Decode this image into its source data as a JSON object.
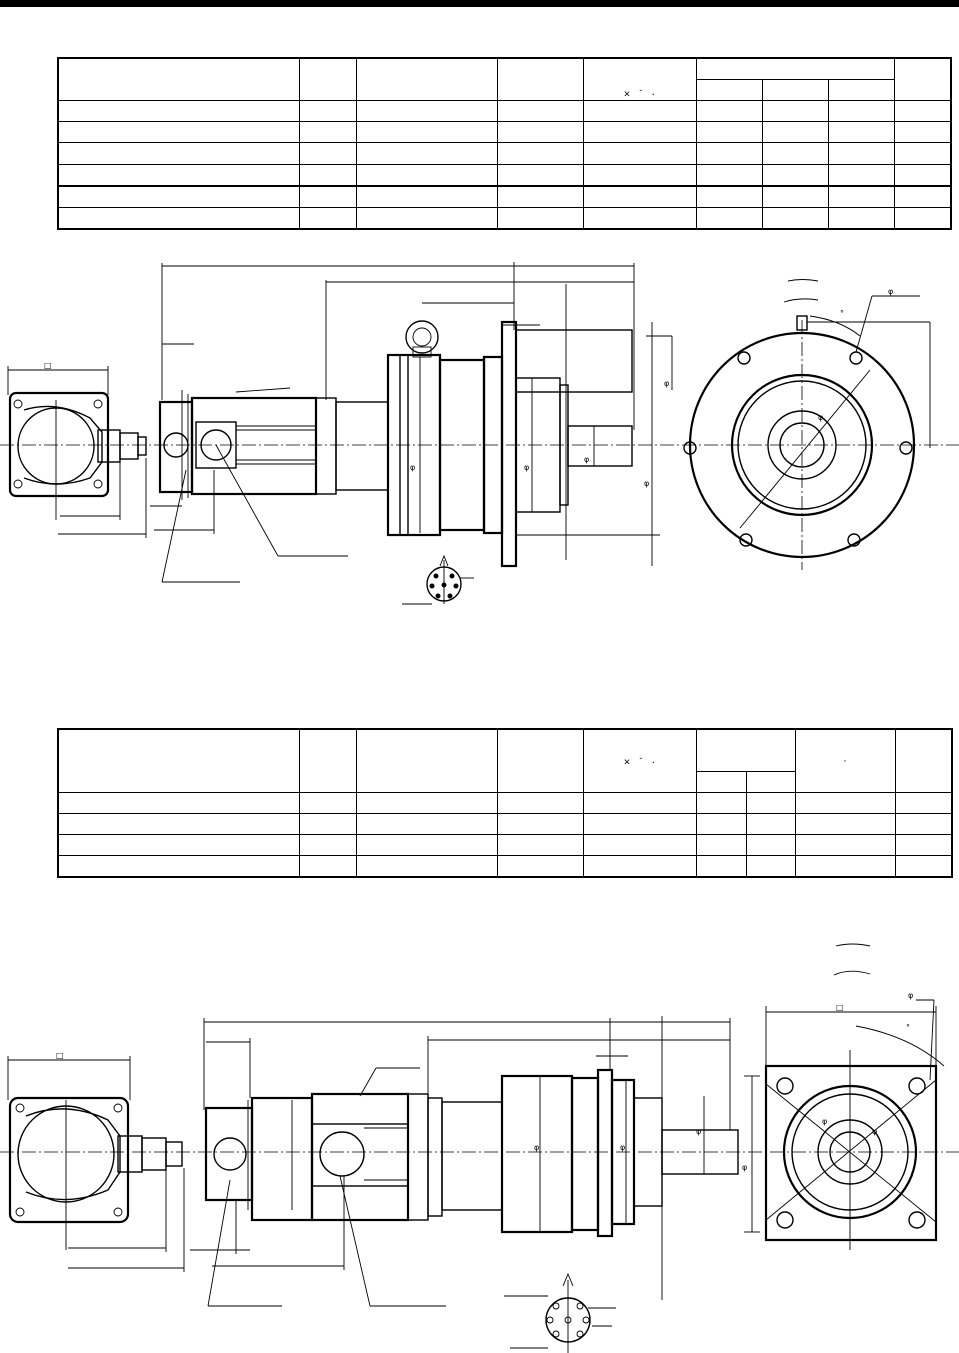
{
  "symbols": {
    "times": "×",
    "dash": "-",
    "dot": "·",
    "phi": "φ",
    "square": "□",
    "degree": "°"
  },
  "table_top": {
    "rows": 6,
    "subcolumns": 3
  },
  "table_bottom": {
    "rows": 4,
    "subcolumns": 2
  }
}
